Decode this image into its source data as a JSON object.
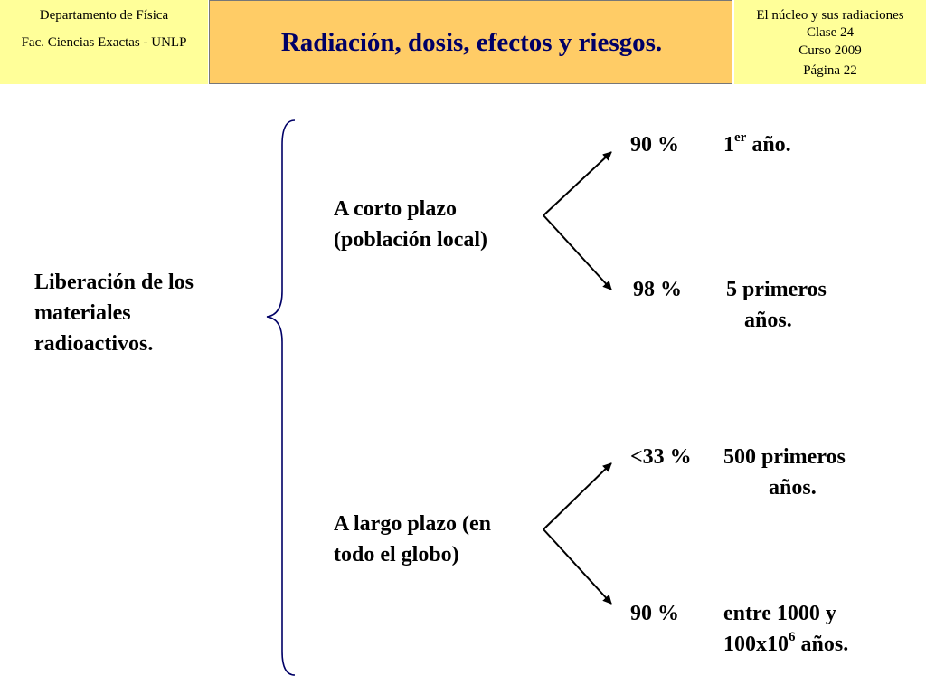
{
  "header": {
    "left": {
      "line1": "Departamento de Física",
      "line2": "Fac. Ciencias Exactas - UNLP"
    },
    "title": "Radiación, dosis, efectos y riesgos.",
    "right": {
      "line1": "El núcleo y sus radiaciones",
      "line2": "Clase 24",
      "line3": "Curso 2009",
      "line4": "Página 22"
    }
  },
  "main": {
    "root": {
      "line1": "Liberación de los",
      "line2": "materiales",
      "line3": "radioactivos."
    },
    "short_term": {
      "line1": "A corto plazo",
      "line2": "(población local)",
      "upper": {
        "percent": "90 %",
        "period_base": "1",
        "period_sup": "er",
        "period_rest": " año."
      },
      "lower": {
        "percent": "98 %",
        "period_line1": "5 primeros",
        "period_line2": "años."
      }
    },
    "long_term": {
      "line1": "A largo plazo (en",
      "line2": "todo el globo)",
      "upper": {
        "percent": "<33 %",
        "period_line1": "500 primeros",
        "period_line2": "años."
      },
      "lower": {
        "percent": "90 %",
        "period_line1": "entre 1000 y",
        "period_line2_base": "100x10",
        "period_line2_sup": "6",
        "period_line2_rest": " años."
      }
    }
  },
  "colors": {
    "header_side_bg": "#ffff99",
    "header_center_bg": "#ffcc66",
    "title_color": "#000066",
    "line_color": "#000000",
    "brace_color": "#000066"
  }
}
